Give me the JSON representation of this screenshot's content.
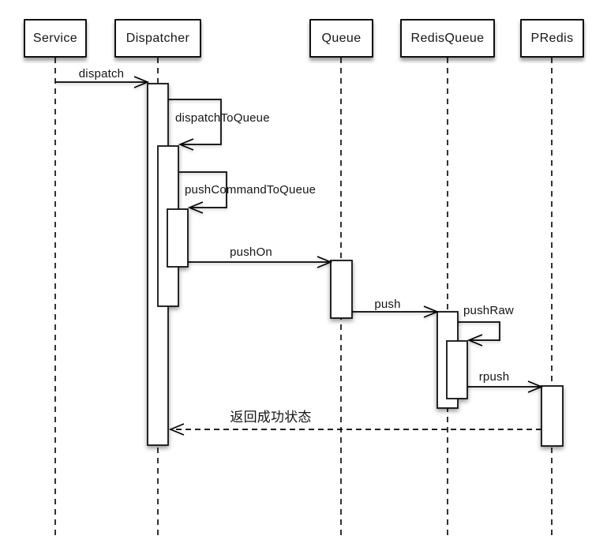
{
  "diagram": {
    "type": "uml-sequence",
    "participants": [
      {
        "name": "Service"
      },
      {
        "name": "Dispatcher"
      },
      {
        "name": "Queue"
      },
      {
        "name": "RedisQueue"
      },
      {
        "name": "PRedis"
      }
    ],
    "messages": [
      {
        "label": "dispatch",
        "from": "Service",
        "to": "Dispatcher",
        "type": "call"
      },
      {
        "label": "dispatchToQueue",
        "from": "Dispatcher",
        "to": "Dispatcher",
        "type": "self-call"
      },
      {
        "label": "pushCommandToQueue",
        "from": "Dispatcher",
        "to": "Dispatcher",
        "type": "self-call"
      },
      {
        "label": "pushOn",
        "from": "Dispatcher",
        "to": "Queue",
        "type": "call"
      },
      {
        "label": "push",
        "from": "Queue",
        "to": "RedisQueue",
        "type": "call"
      },
      {
        "label": "pushRaw",
        "from": "RedisQueue",
        "to": "RedisQueue",
        "type": "self-call"
      },
      {
        "label": "rpush",
        "from": "RedisQueue",
        "to": "PRedis",
        "type": "call"
      },
      {
        "label": "返回成功状态",
        "from": "PRedis",
        "to": "Dispatcher",
        "type": "return"
      }
    ],
    "colors": {
      "background": "#ffffff",
      "line": "#000000",
      "activation_fill": "#ffffff",
      "text": "#141414"
    }
  }
}
